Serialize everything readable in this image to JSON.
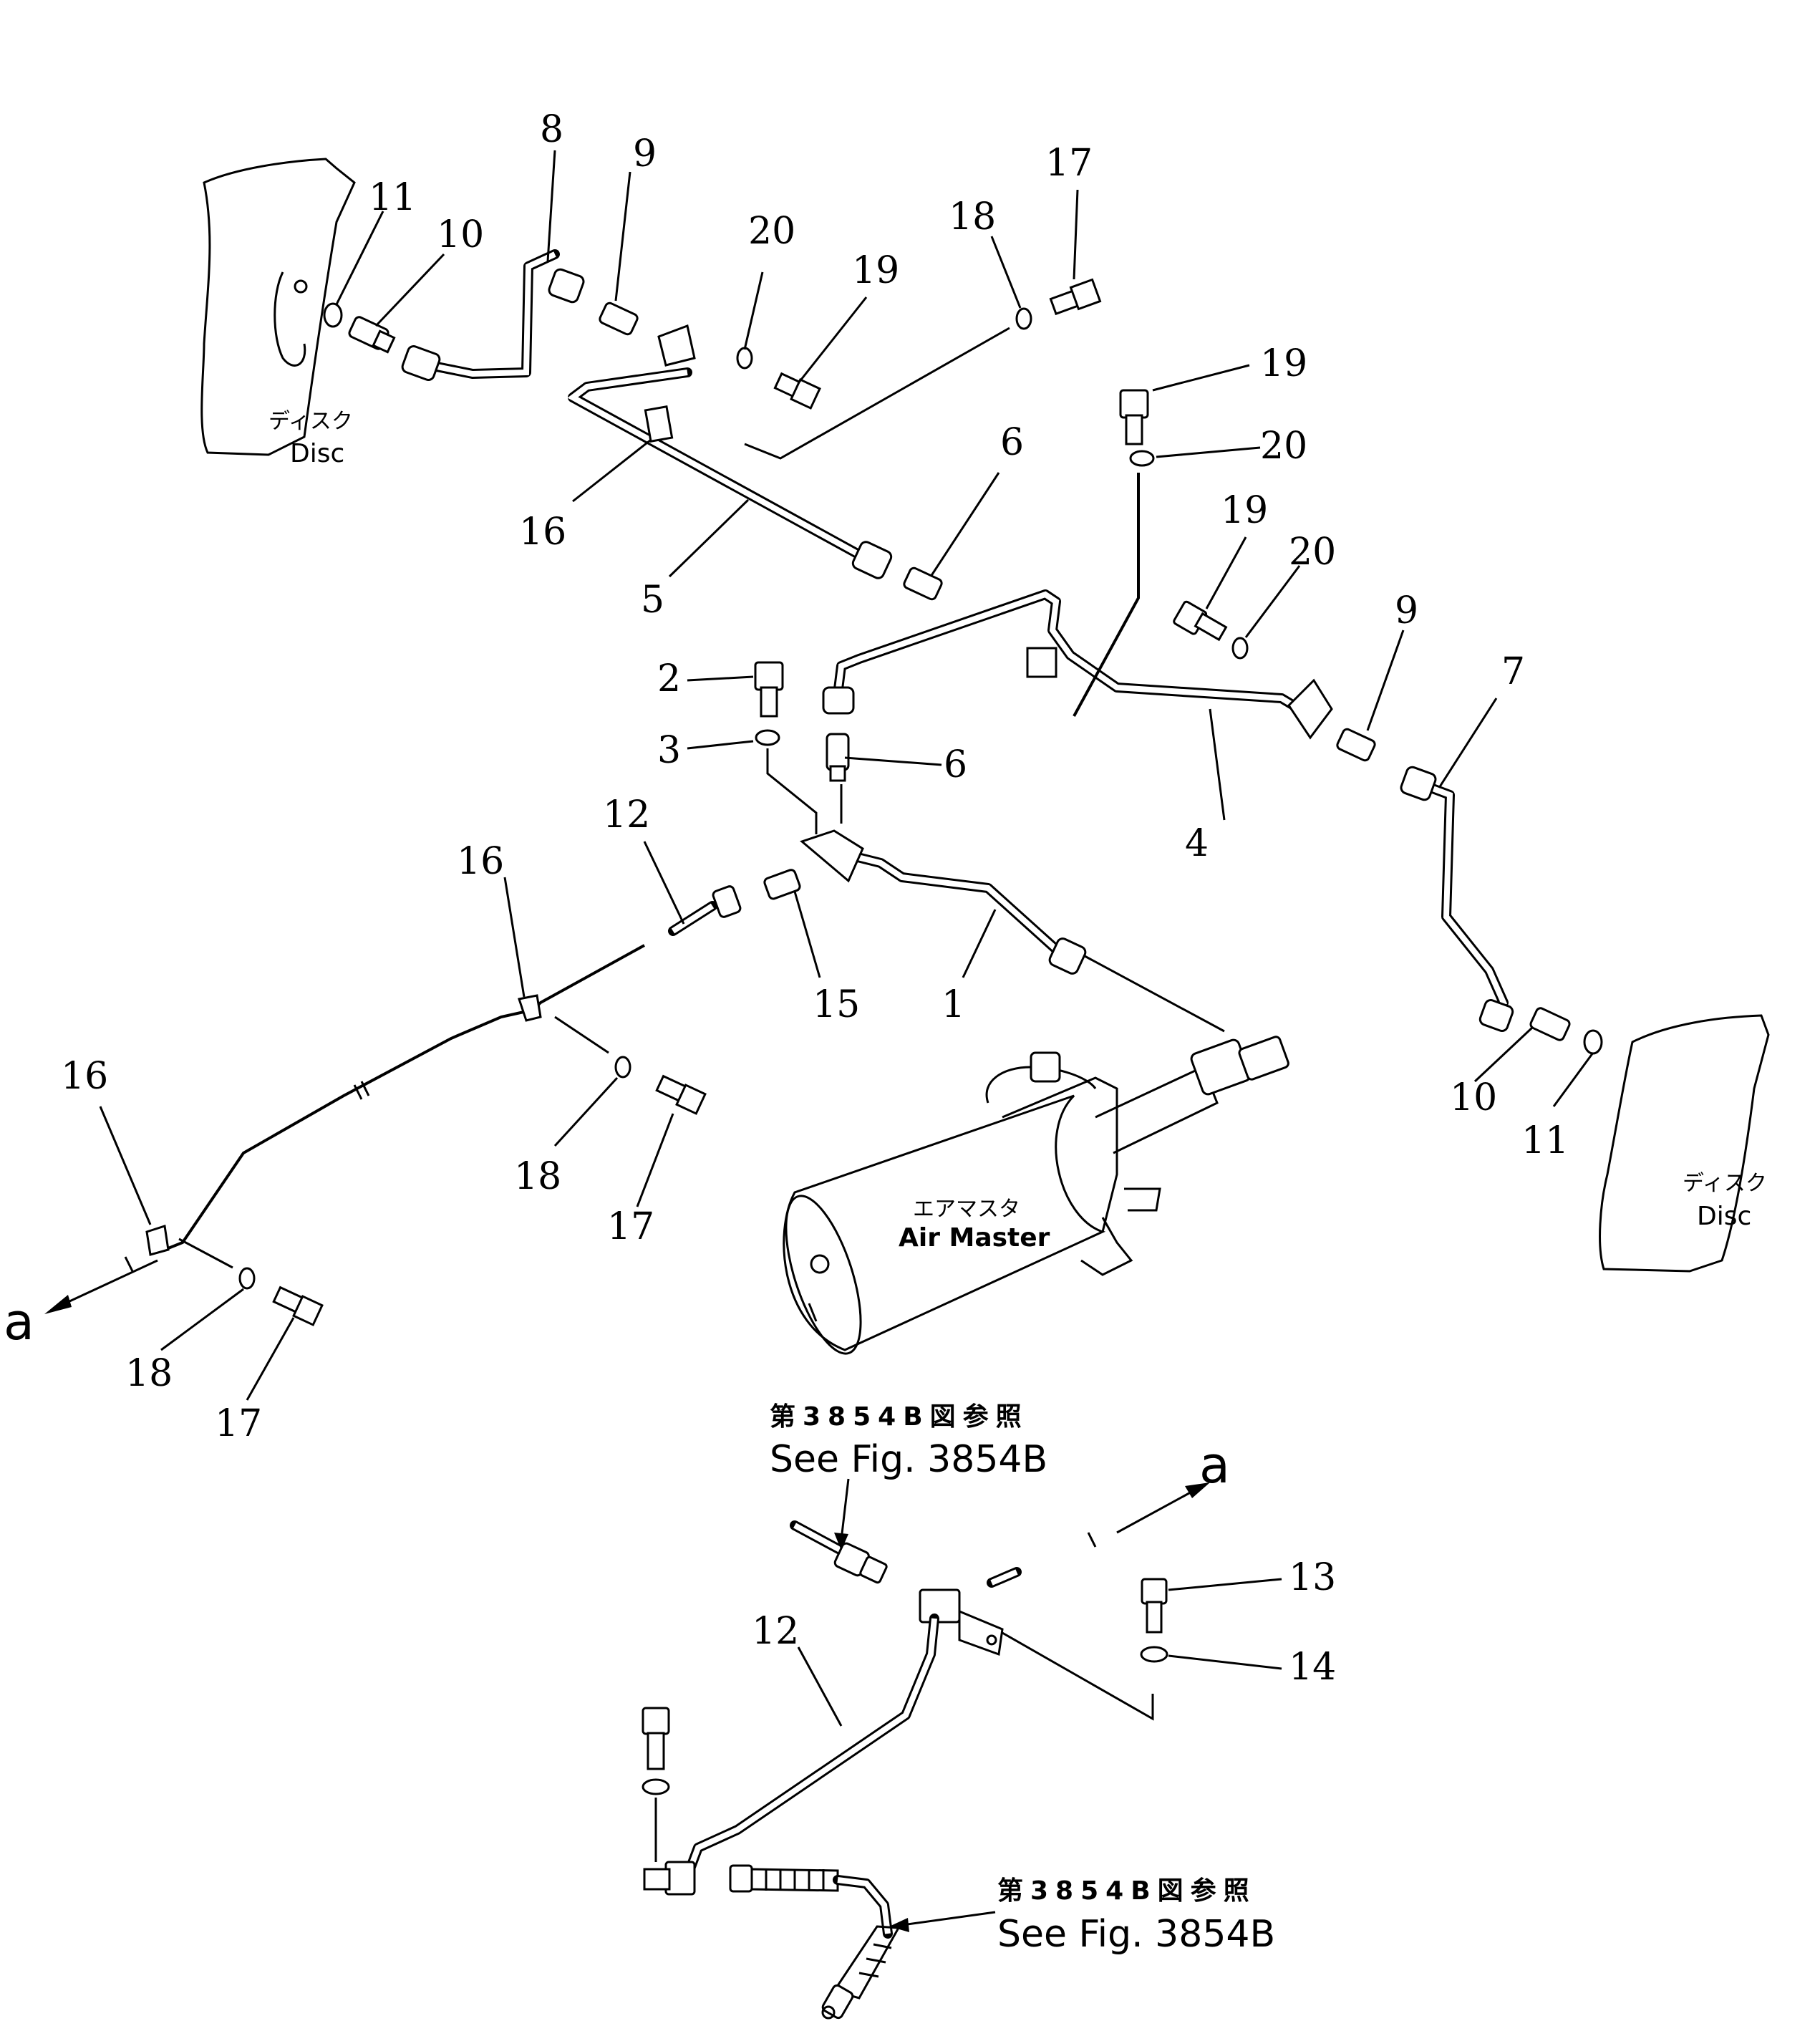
{
  "callouts": {
    "c8": "8",
    "c9a": "9",
    "c11a": "11",
    "c10a": "10",
    "c20a": "20",
    "c19a": "19",
    "c18a": "18",
    "c17a": "17",
    "c16a": "16",
    "c5": "5",
    "c6a": "6",
    "c19b": "19",
    "c20b": "20",
    "c19c": "19",
    "c20c": "20",
    "c9b": "9",
    "c7": "7",
    "c2": "2",
    "c3": "3",
    "c6b": "6",
    "c4": "4",
    "c12a": "12",
    "c16b": "16",
    "c15": "15",
    "c1": "1",
    "c10b": "10",
    "c11b": "11",
    "c16c": "16",
    "c18b": "18",
    "c17b": "17",
    "c18c": "18",
    "c17c": "17",
    "c13": "13",
    "c14": "14",
    "c12b": "12"
  },
  "disc_left": {
    "jp": "ディスク",
    "en": "Disc"
  },
  "disc_right": {
    "jp": "ディスク",
    "en": "Disc"
  },
  "air_master": {
    "jp": "エアマスタ",
    "en": "Air Master"
  },
  "ref1": {
    "jp": "第3854B図参照",
    "en": "See Fig. 3854B"
  },
  "ref2": {
    "jp": "第3854B図参照",
    "en": "See Fig. 3854B"
  },
  "connector_left": "a",
  "connector_right": "a"
}
